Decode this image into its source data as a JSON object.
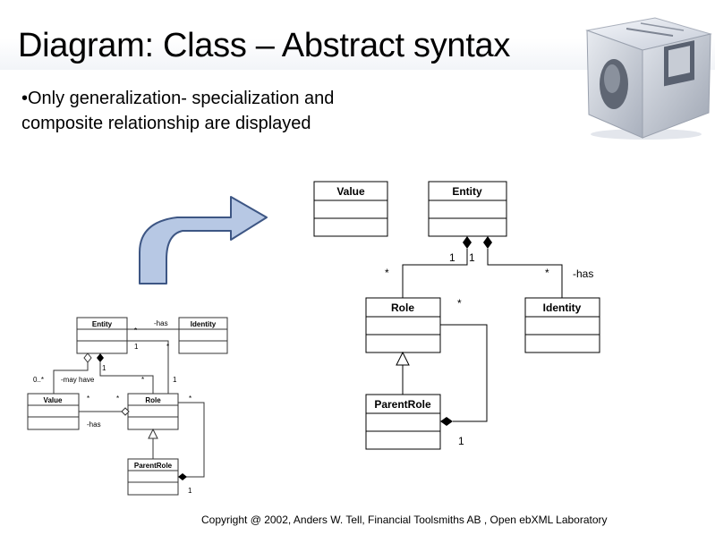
{
  "slide": {
    "title": "Diagram: Class – Abstract syntax",
    "bullet": "•Only generalization- specialization and composite relationship are displayed",
    "footer": "Copyright @ 2002, Anders W. Tell, Financial Toolsmiths AB , Open ebXML Laboratory"
  },
  "large_diagram": {
    "classes": {
      "value": "Value",
      "entity": "Entity",
      "role": "Role",
      "identity": "Identity",
      "parent_role": "ParentRole"
    },
    "labels": {
      "mult_entity_left": "1",
      "mult_entity_right": "1",
      "mult_role_star": "*",
      "mult_identity_star": "*",
      "has": "-has",
      "mult_role_self": "*",
      "mult_parent_one": "1"
    }
  },
  "small_diagram": {
    "classes": {
      "entity": "Entity",
      "identity": "Identity",
      "value": "Value",
      "role": "Role",
      "parent_role": "ParentRole"
    },
    "labels": {
      "has_top": "-has",
      "star_a": "*",
      "one_a": "1",
      "star_b": "*",
      "one_b": "1",
      "value_mult": "0..*",
      "may_have": "-may have",
      "star_c": "*",
      "star_d": "*",
      "one_c": "1",
      "star_e": "*",
      "star_f": "*",
      "has_bottom": "-has",
      "one_d": "1"
    }
  },
  "colors": {
    "arrow_fill": "#b7c8e4",
    "arrow_stroke": "#3d5684",
    "line": "#000000",
    "small_line": "#333333"
  }
}
